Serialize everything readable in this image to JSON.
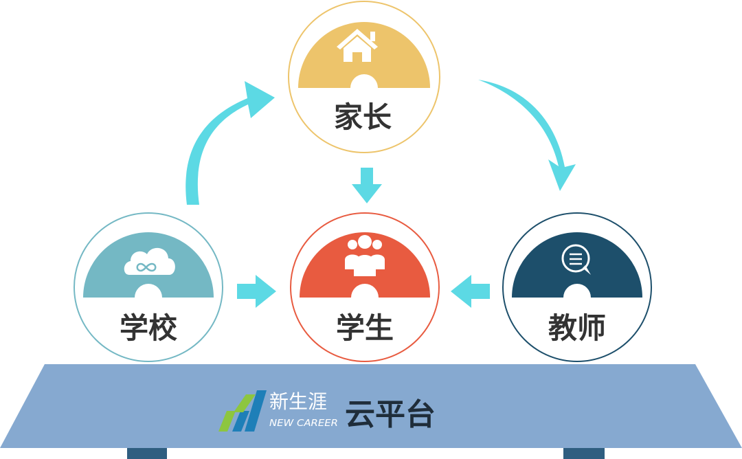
{
  "diagram": {
    "nodes": [
      {
        "id": "parents",
        "label": "家长",
        "icon": "house-icon",
        "color": "#EDC46B",
        "ring": "#EDC46B"
      },
      {
        "id": "school",
        "label": "学校",
        "icon": "cloud-link-icon",
        "color": "#74B8C4",
        "ring": "#74B8C4"
      },
      {
        "id": "student",
        "label": "学生",
        "icon": "people-group-icon",
        "color": "#E85B40",
        "ring": "#E85B40"
      },
      {
        "id": "teacher",
        "label": "教师",
        "icon": "chat-bubble-icon",
        "color": "#1D4F6B",
        "ring": "#1D4F6B"
      }
    ],
    "arrows": [
      {
        "from": "school",
        "to": "parents",
        "shape": "curved"
      },
      {
        "from": "parents",
        "to": "teacher",
        "shape": "curved"
      },
      {
        "from": "parents",
        "to": "student",
        "shape": "straight"
      },
      {
        "from": "school",
        "to": "student",
        "shape": "straight"
      },
      {
        "from": "teacher",
        "to": "student",
        "shape": "straight"
      }
    ],
    "arrow_color": "#5CD9E4"
  },
  "platform": {
    "brand_cn": "新生涯",
    "brand_en": "NEW CAREER",
    "suffix": "云平台",
    "color": "#86A9D0",
    "leg_color": "#2F5E80",
    "logo_colors": [
      "#1E7FB8",
      "#8DC63F"
    ]
  }
}
